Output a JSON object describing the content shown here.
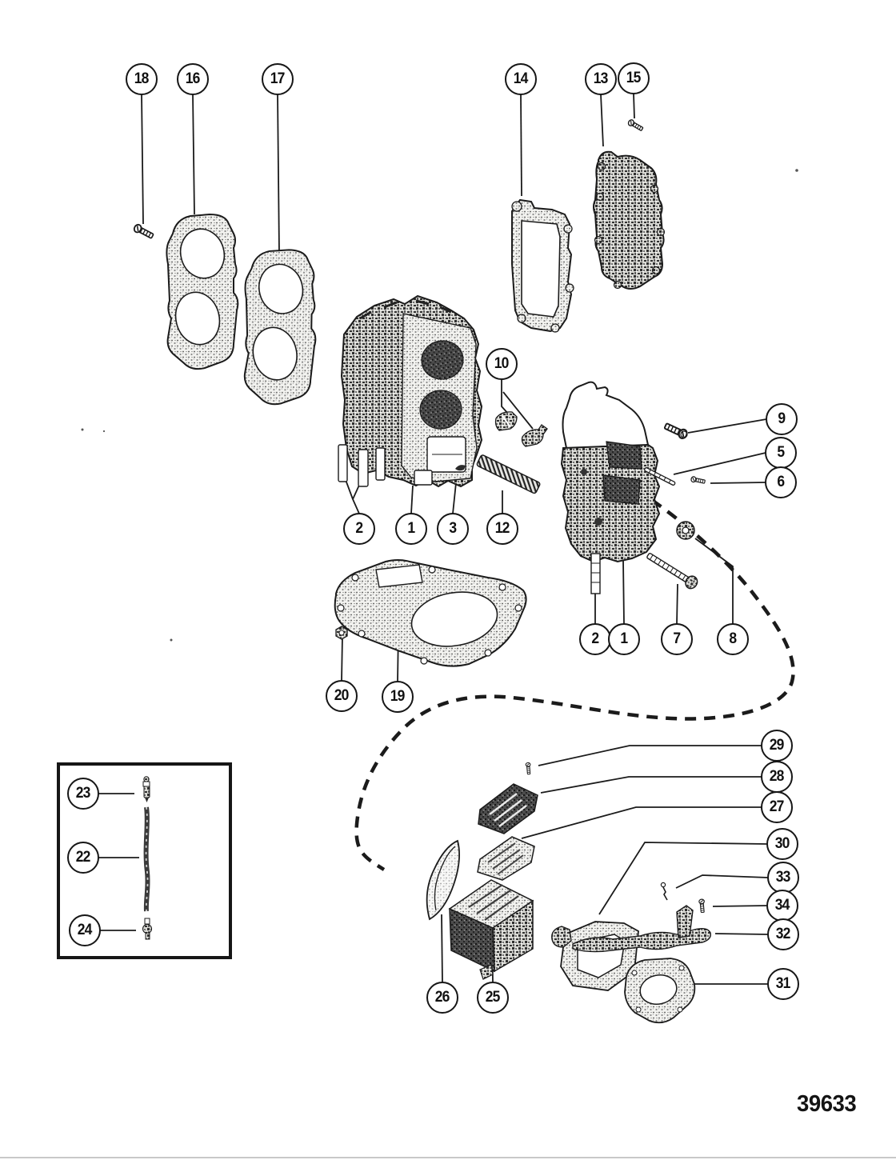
{
  "figure": {
    "drawing_number": "39633",
    "ink_color": "#1b1b1b",
    "background_color": "#ffffff",
    "style": "black-and-white exploded parts diagram"
  },
  "callouts": [
    {
      "label": "18",
      "part": "screw"
    },
    {
      "label": "16",
      "part": "cylinder-head-gasket-outer"
    },
    {
      "label": "17",
      "part": "cylinder-head-gasket-inner"
    },
    {
      "label": "14",
      "part": "exhaust-cover-gasket"
    },
    {
      "label": "13",
      "part": "exhaust-cover-plate"
    },
    {
      "label": "15",
      "part": "screw"
    },
    {
      "label": "10",
      "part": "main-bearing-halves"
    },
    {
      "label": "9",
      "part": "screw"
    },
    {
      "label": "5",
      "part": "dowel-pin"
    },
    {
      "label": "6",
      "part": "screw"
    },
    {
      "label": "2",
      "part": "stud-cylinder-block"
    },
    {
      "label": "1",
      "part": "cylinder-block"
    },
    {
      "label": "3",
      "part": "retainer-clip"
    },
    {
      "label": "12",
      "part": "seal-strip"
    },
    {
      "label": "2",
      "part": "stud-crankcase"
    },
    {
      "label": "1",
      "part": "crankcase-cover"
    },
    {
      "label": "7",
      "part": "bolt"
    },
    {
      "label": "8",
      "part": "nut"
    },
    {
      "label": "20",
      "part": "nut"
    },
    {
      "label": "19",
      "part": "base-gasket"
    },
    {
      "label": "23",
      "part": "fitting"
    },
    {
      "label": "22",
      "part": "fuel-line-tube"
    },
    {
      "label": "24",
      "part": "connector"
    },
    {
      "label": "29",
      "part": "screw"
    },
    {
      "label": "28",
      "part": "reed-valve-dark"
    },
    {
      "label": "27",
      "part": "reed-valve-light"
    },
    {
      "label": "30",
      "part": "reed-block-gasket"
    },
    {
      "label": "33",
      "part": "screw"
    },
    {
      "label": "34",
      "part": "screw"
    },
    {
      "label": "32",
      "part": "linkage-lever"
    },
    {
      "label": "31",
      "part": "cover-plate"
    },
    {
      "label": "26",
      "part": "gasket-leaf"
    },
    {
      "label": "25",
      "part": "reed-block"
    }
  ]
}
